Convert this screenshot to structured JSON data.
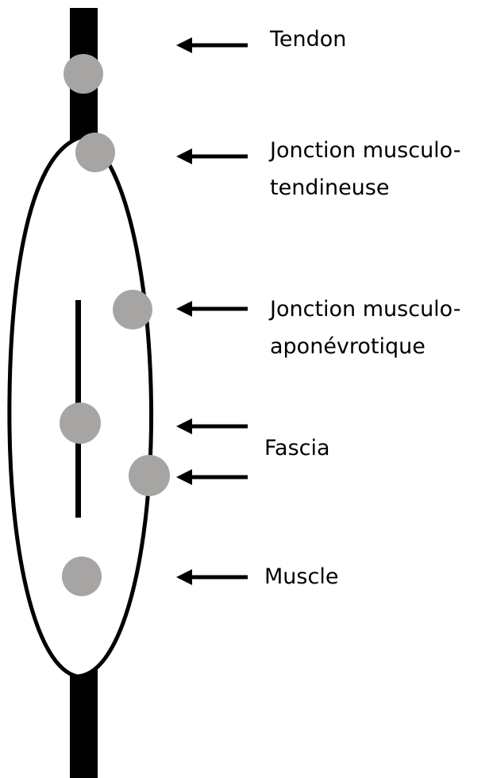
{
  "labels": {
    "tendon": "Tendon",
    "mtj_line1": "Jonction musculo-",
    "mtj_line2": "tendineuse",
    "maj_line1": "Jonction musculo-",
    "maj_line2": "aponévrotique",
    "fascia": "Fascia",
    "muscle": "Muscle"
  },
  "colors": {
    "stroke": "#000000",
    "marker": "#a7a5a3",
    "background": "#ffffff"
  }
}
